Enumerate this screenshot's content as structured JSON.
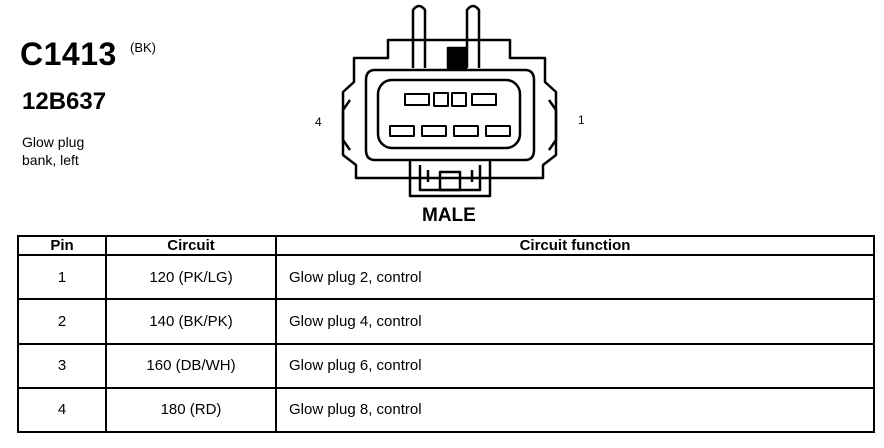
{
  "connector": {
    "id": "C1413",
    "color_code": "(BK)",
    "part_number": "12B637",
    "description_lines": [
      "Glow plug",
      "bank, left"
    ],
    "pin_label_left": "4",
    "pin_label_right": "1",
    "gender": "MALE"
  },
  "table": {
    "headers": {
      "pin": "Pin",
      "circuit": "Circuit",
      "function": "Circuit function"
    },
    "rows": [
      {
        "pin": "1",
        "circuit": "120 (PK/LG)",
        "function": "Glow plug 2, control"
      },
      {
        "pin": "2",
        "circuit": "140 (BK/PK)",
        "function": "Glow plug 4, control"
      },
      {
        "pin": "3",
        "circuit": "160 (DB/WH)",
        "function": "Glow plug 6, control"
      },
      {
        "pin": "4",
        "circuit": "180 (RD)",
        "function": "Glow plug 8, control"
      }
    ]
  }
}
